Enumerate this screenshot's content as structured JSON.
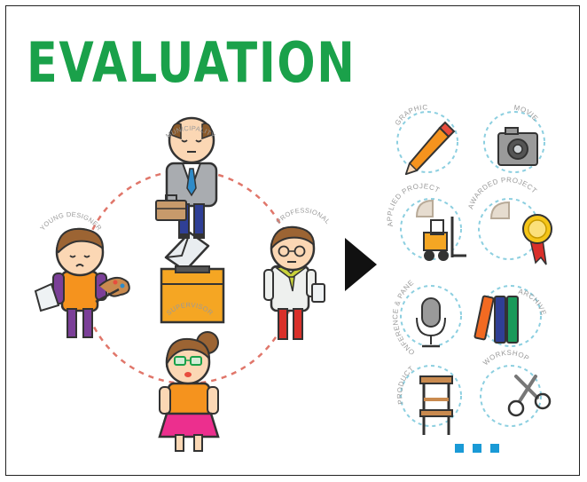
{
  "title": "EVALUATION",
  "roles": {
    "top": "MUNICIPALITY",
    "left": "YOUNG DESIGNER",
    "right": "PROFESSIONAL",
    "bottom": "SUPERVISOR"
  },
  "categories": [
    {
      "label": "GRAPHIC",
      "icon": "pencil-icon"
    },
    {
      "label": "MOVIE",
      "icon": "camera-icon"
    },
    {
      "label": "APPLIED PROJECT",
      "icon": "forklift-icon"
    },
    {
      "label": "AWARDED PROJECT",
      "icon": "award-ribbon-icon"
    },
    {
      "label": "CONFERENCE & PANEL",
      "icon": "microphone-icon"
    },
    {
      "label": "ARCHIVE",
      "icon": "books-icon"
    },
    {
      "label": "PRODUCT",
      "icon": "chair-icon"
    },
    {
      "label": "WORKSHOP",
      "icon": "scissors-icon"
    }
  ],
  "colors": {
    "title": "#1aa14a",
    "circle": "#e0766a",
    "dashed_ring": "#8ccfe0",
    "ballot_box": "#f5a623",
    "more_dots": "#1a9ad6"
  }
}
